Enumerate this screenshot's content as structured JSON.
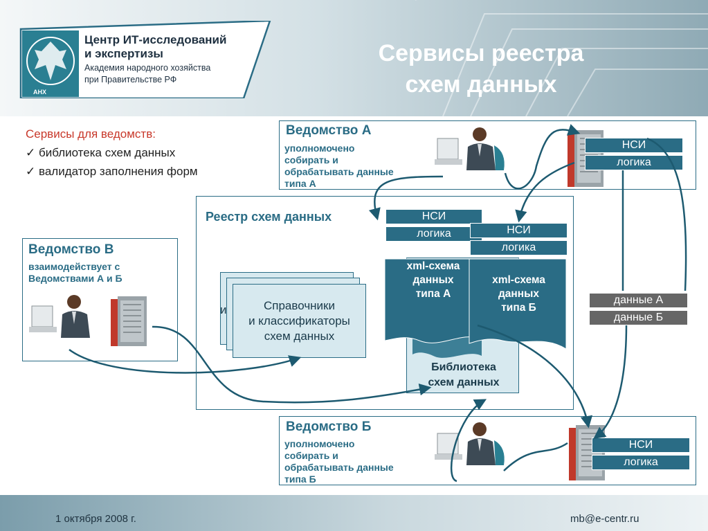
{
  "header": {
    "logo": {
      "org_line1": "Центр ИТ-исследований",
      "org_line2": "и экспертизы",
      "sub_line1": "Академия народного хозяйства",
      "sub_line2": "при Правительстве РФ",
      "emblem_text": "АНХ",
      "emblem_icon": "double-headed-eagle-emblem"
    },
    "title_line1": "Сервисы реестра",
    "title_line2": "схем данных"
  },
  "services": {
    "heading": "Сервисы для ведомств:",
    "items": [
      "библиотека схем данных",
      "валидатор заполнения форм"
    ],
    "check_icon": "checkmark-icon"
  },
  "agency_a": {
    "title": "Ведомство А",
    "desc_lines": [
      "уполномочено",
      "собирать и",
      "обрабатывать данные",
      "типа А"
    ],
    "server_tags": [
      "НСИ",
      "логика"
    ]
  },
  "agency_v": {
    "title": "Ведомство В",
    "desc_lines": [
      "взаимодействует с",
      "Ведомствами А и Б"
    ]
  },
  "agency_b": {
    "title": "Ведомство Б",
    "desc_lines": [
      "уполномочено",
      "собирать и",
      "обрабатывать данные",
      "типа Б"
    ],
    "server_tags": [
      "НСИ",
      "логика"
    ]
  },
  "registry": {
    "title": "Реестр схем данных",
    "directories_lines": [
      "Справочники",
      "и классификаторы",
      "схем данных"
    ],
    "directories_back_text": "и",
    "doc_a": {
      "tags": [
        "НСИ",
        "логика"
      ],
      "lines": [
        "xml-схема",
        "данных",
        "типа А"
      ]
    },
    "doc_b": {
      "tags": [
        "НСИ",
        "логика"
      ],
      "lines": [
        "xml-схема",
        "данных",
        "типа Б"
      ]
    },
    "library_lines": [
      "Библиотека",
      "схем данных"
    ]
  },
  "data_tags": [
    "данные А",
    "данные Б"
  ],
  "footer": {
    "date": "1 октября 2008 г.",
    "email": "mb@e-centr.ru"
  },
  "colors": {
    "accent": "#2a6c85",
    "heading_red": "#c8382a",
    "tag_gray": "#666666",
    "server_red": "#c0392b"
  }
}
